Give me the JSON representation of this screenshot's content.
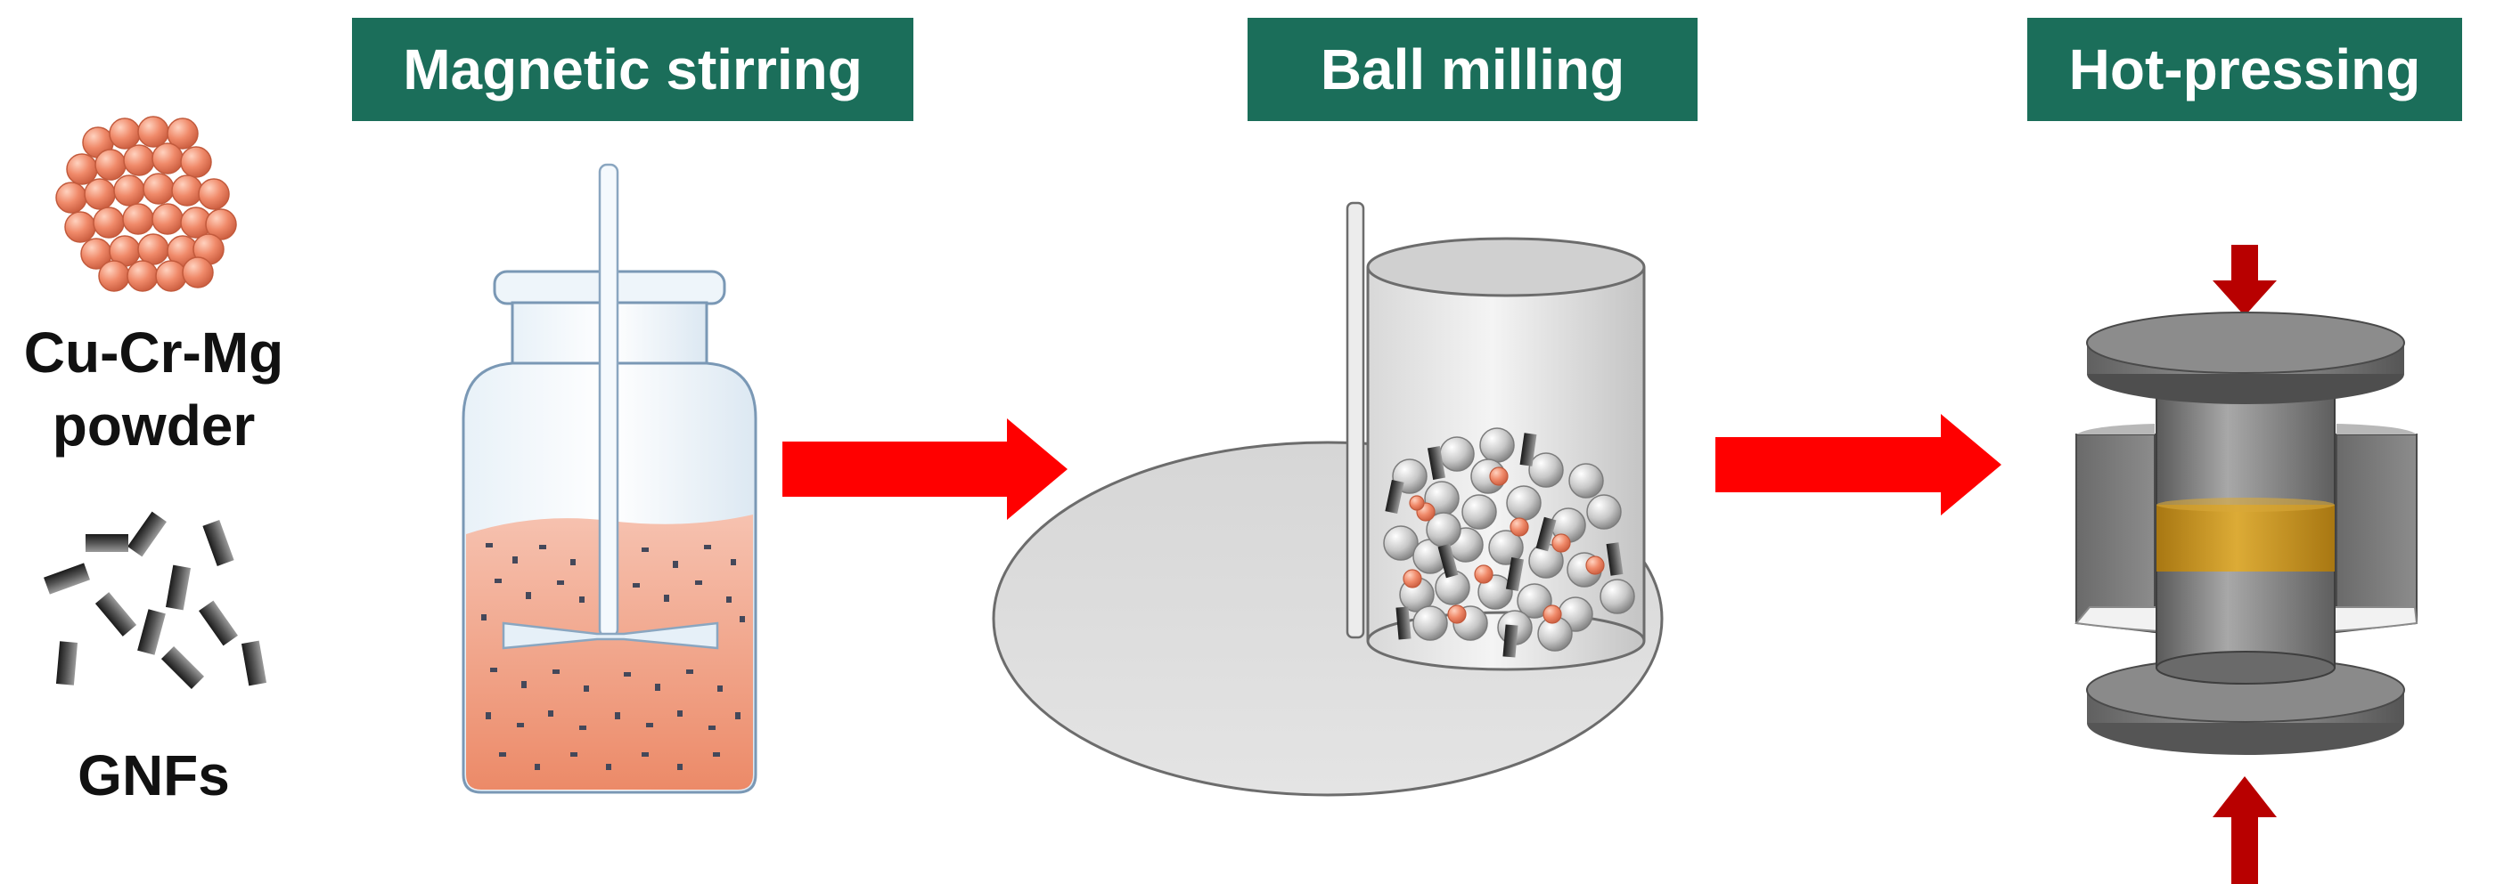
{
  "steps": [
    {
      "label": "Magnetic stirring"
    },
    {
      "label": "Ball milling"
    },
    {
      "label": "Hot-pressing"
    }
  ],
  "materials": {
    "powder_line1": "Cu-Cr-Mg",
    "powder_line2": "powder",
    "gnf_label": "GNFs"
  },
  "colors": {
    "label_bg": "#1b6e5a",
    "label_text": "#ffffff",
    "copper": "#f08a6a",
    "slurry": "#f2a790",
    "arrow_red": "#ff0000",
    "press_arrow": "#b80000",
    "sample_gold": "#c9951a",
    "gnf_dark": "#333333"
  },
  "icons": [
    "copper-powder-cluster-icon",
    "gnf-flakes-icon",
    "stirring-jar-icon",
    "ball-mill-icon",
    "hot-press-icon",
    "process-arrow-icon",
    "pressure-arrow-icon"
  ]
}
